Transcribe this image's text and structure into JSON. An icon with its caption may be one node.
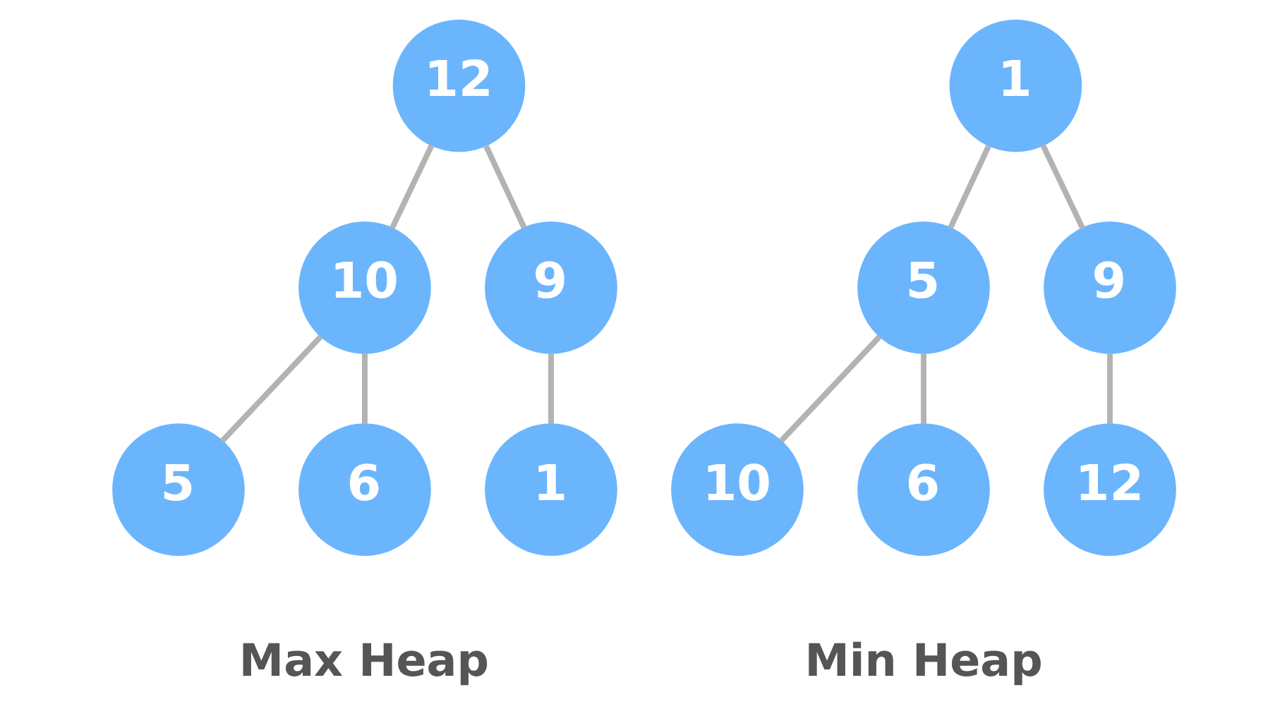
{
  "diagram": {
    "nodes": [
      {
        "text": [
          "12"
        ]
      },
      {
        "text": [
          "10"
        ]
      },
      {
        "text": [
          "9"
        ]
      },
      {
        "text": [
          "5"
        ]
      },
      {
        "text": [
          "6"
        ]
      },
      {
        "text": [
          "1"
        ]
      },
      {
        "text": [
          "1"
        ]
      },
      {
        "text": [
          "5"
        ]
      },
      {
        "text": [
          "9"
        ]
      },
      {
        "text": [
          "10"
        ]
      },
      {
        "text": [
          "6"
        ]
      },
      {
        "text": [
          "12"
        ]
      }
    ],
    "edges": [
      {
        "from": 0,
        "to": 1,
        "arrow": "none"
      },
      {
        "from": 0,
        "to": 2,
        "arrow": "none"
      },
      {
        "from": 1,
        "to": 3,
        "arrow": "none"
      },
      {
        "from": 1,
        "to": 4,
        "arrow": "none"
      },
      {
        "from": 2,
        "to": 5,
        "arrow": "none"
      },
      {
        "from": 6,
        "to": 7,
        "arrow": "none"
      },
      {
        "from": 6,
        "to": 8,
        "arrow": "none"
      },
      {
        "from": 7,
        "to": 9,
        "arrow": "none"
      },
      {
        "from": 7,
        "to": 10,
        "arrow": "none"
      },
      {
        "from": 8,
        "to": 11,
        "arrow": "none"
      }
    ],
    "labels": [
      "Max Heap",
      "Min Heap"
    ]
  }
}
